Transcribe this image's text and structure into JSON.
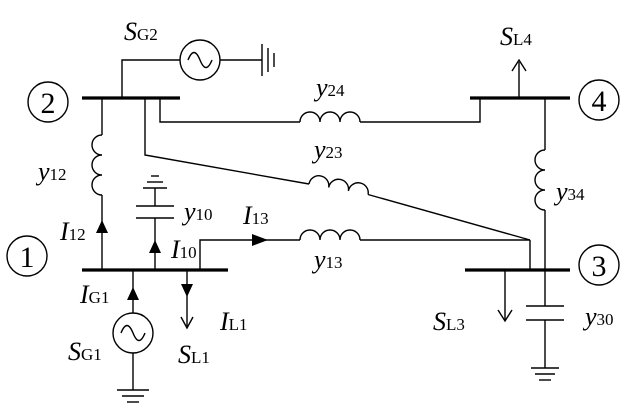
{
  "buses": [
    {
      "id": "bus-1",
      "number": "1"
    },
    {
      "id": "bus-2",
      "number": "2"
    },
    {
      "id": "bus-3",
      "number": "3"
    },
    {
      "id": "bus-4",
      "number": "4"
    }
  ],
  "labels": {
    "sg2": {
      "main": "S",
      "sub": "G2"
    },
    "sl4": {
      "main": "S",
      "sub": "L4"
    },
    "y24": {
      "main": "y",
      "sub": "24"
    },
    "y23": {
      "main": "y",
      "sub": "23"
    },
    "y12": {
      "main": "y",
      "sub": "12"
    },
    "y10": {
      "main": "y",
      "sub": "10"
    },
    "y34": {
      "main": "y",
      "sub": "34"
    },
    "i13": {
      "main": "I",
      "sub": "13"
    },
    "y13": {
      "main": "y",
      "sub": "13"
    },
    "i12": {
      "main": "I",
      "sub": "12"
    },
    "i10": {
      "main": "I",
      "sub": "10"
    },
    "ig1": {
      "main": "I",
      "sub": "G1"
    },
    "il1": {
      "main": "I",
      "sub": "L1"
    },
    "sg1": {
      "main": "S",
      "sub": "G1"
    },
    "sl1": {
      "main": "S",
      "sub": "L1"
    },
    "sl3": {
      "main": "S",
      "sub": "L3"
    },
    "y30": {
      "main": "y",
      "sub": "30"
    }
  }
}
